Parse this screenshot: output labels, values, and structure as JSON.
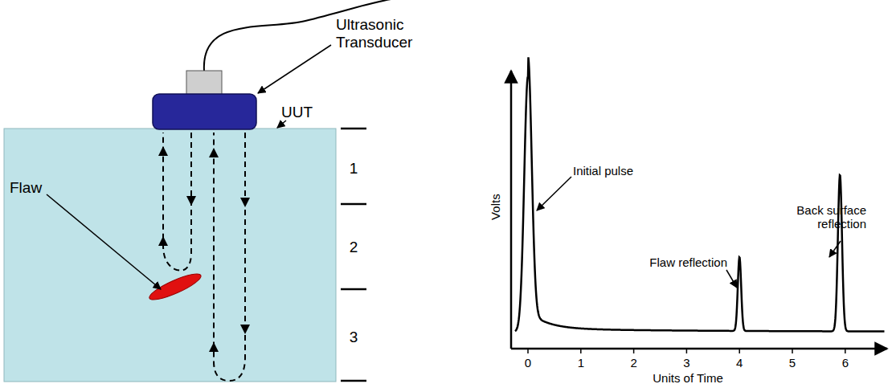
{
  "diagram": {
    "labels": [
      "Ultrasonic Transducer",
      "UUT",
      "1",
      "2",
      "3",
      "Flaw",
      "Initial pulse",
      "Volts",
      "Back surface reflection",
      "Flaw reflection",
      "0",
      "1",
      "2",
      "3",
      "4",
      "5",
      "6",
      "Units of Time"
    ]
  }
}
